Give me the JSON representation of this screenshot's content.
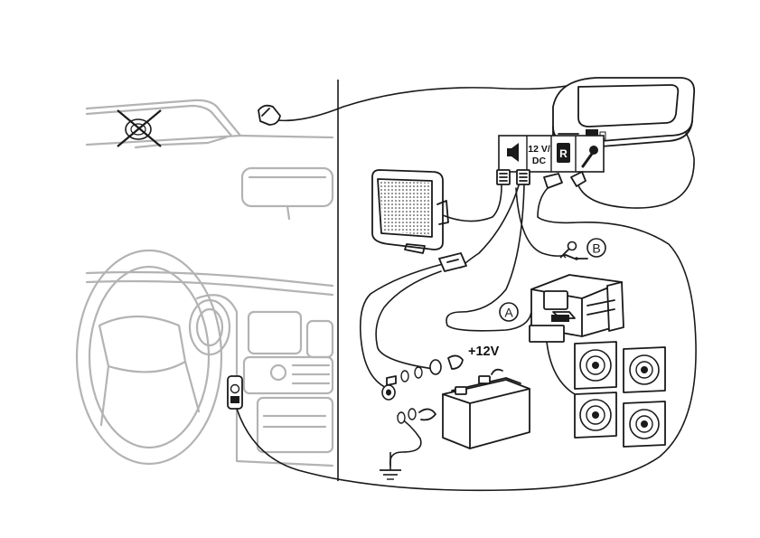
{
  "labels": {
    "power": "12 V/",
    "power2": "DC",
    "radio_mark": "R",
    "voltage": "+12V",
    "callout_a": "A",
    "callout_b": "B"
  },
  "colors": {
    "line": "#1a1a1a",
    "car_outline": "#b3b3b3",
    "panel_fill": "#ffffff"
  },
  "icons": [
    "speaker-icon",
    "radio-icon",
    "microphone-icon",
    "key-icon",
    "ground-icon",
    "no-mount-cross-icon"
  ]
}
